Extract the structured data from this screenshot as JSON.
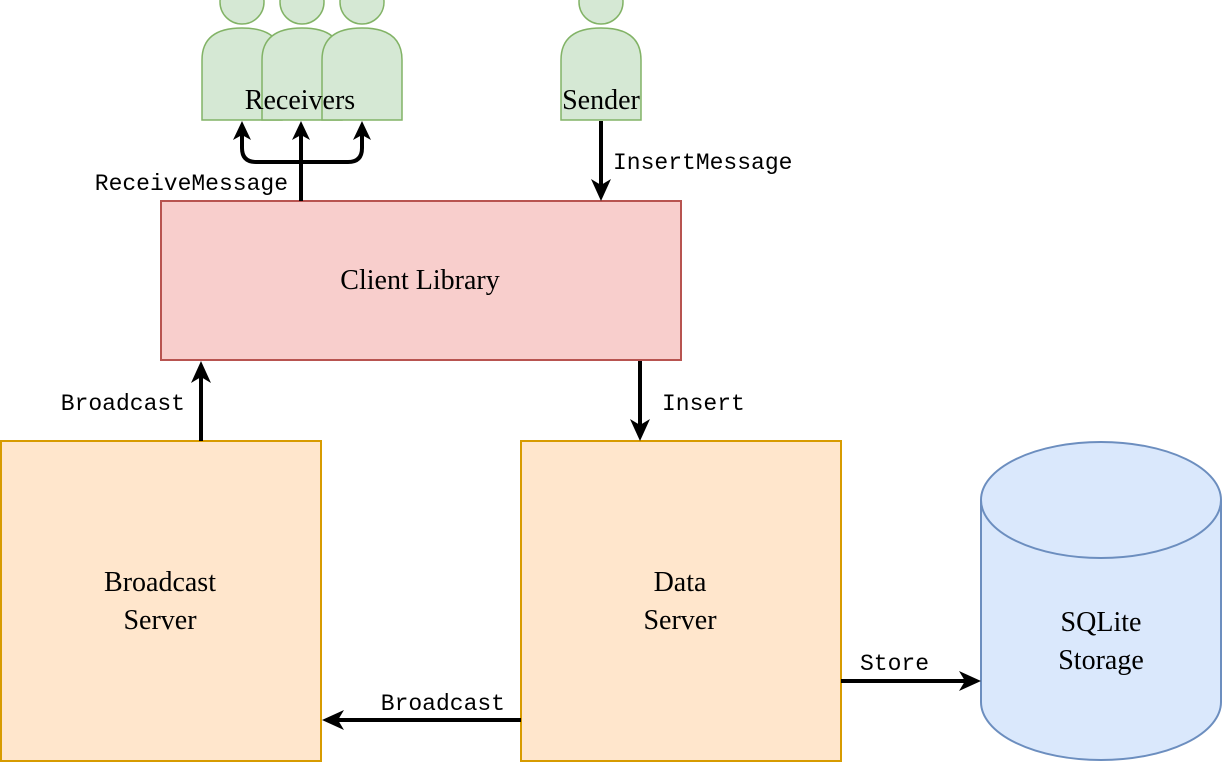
{
  "nodes": {
    "receivers": {
      "label": "Receivers"
    },
    "sender": {
      "label": "Sender"
    },
    "client_library": {
      "label": "Client Library"
    },
    "broadcast_server": {
      "label_line1": "Broadcast",
      "label_line2": "Server"
    },
    "data_server": {
      "label_line1": "Data",
      "label_line2": "Server"
    },
    "sqlite_storage": {
      "label_line1": "SQLite",
      "label_line2": "Storage"
    }
  },
  "edges": {
    "receive_message": "ReceiveMessage",
    "insert_message": "InsertMessage",
    "broadcast_to_client": "Broadcast",
    "insert": "Insert",
    "broadcast_to_server": "Broadcast",
    "store": "Store"
  },
  "colors": {
    "actor_fill": "#d5e8d4",
    "actor_stroke": "#82b366",
    "client_fill": "#f8cecc",
    "client_stroke": "#b85450",
    "server_fill": "#ffe6cc",
    "server_stroke": "#d79b00",
    "storage_fill": "#dae8fc",
    "storage_stroke": "#6c8ebf"
  }
}
